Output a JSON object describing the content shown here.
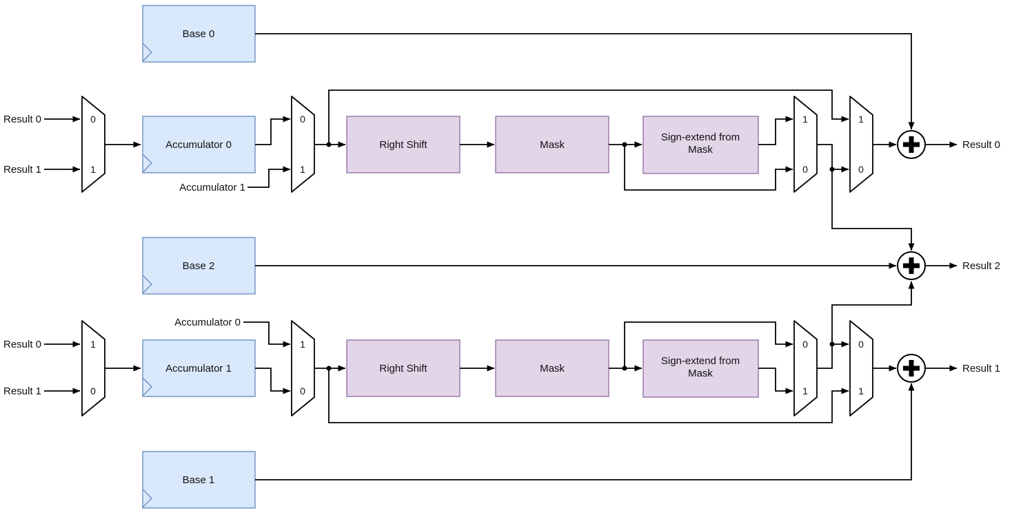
{
  "colors": {
    "register_fill": "#dae8fc",
    "register_stroke": "#6c8ebf",
    "function_unit_fill": "#e1d5e7",
    "function_unit_stroke": "#9673a6",
    "wire": "#000000",
    "background": "#ffffff"
  },
  "middle": {
    "base_register": "Base 2",
    "output": "Result 2"
  },
  "datapaths": [
    {
      "id": "top",
      "inputs": [
        {
          "label": "Result 0",
          "port": "0"
        },
        {
          "label": "Result 1",
          "port": "1"
        }
      ],
      "accumulator": "Accumulator 0",
      "cross_feed_label": "Accumulator 1",
      "operand_mux": {
        "top_port": "0",
        "bottom_port": "1"
      },
      "units": [
        "Right Shift",
        "Mask",
        "Sign-extend from Mask"
      ],
      "signext_lines": [
        "Sign-extend from",
        "Mask"
      ],
      "signext_mux": {
        "top_port": "1",
        "bottom_port": "0"
      },
      "result_mux": {
        "top_port": "1",
        "bottom_port": "0"
      },
      "base_register": "Base 0",
      "output": "Result 0"
    },
    {
      "id": "bottom",
      "inputs": [
        {
          "label": "Result 0",
          "port": "1"
        },
        {
          "label": "Result 1",
          "port": "0"
        }
      ],
      "accumulator": "Accumulator 1",
      "cross_feed_label": "Accumulator 0",
      "operand_mux": {
        "top_port": "1",
        "bottom_port": "0"
      },
      "units": [
        "Right Shift",
        "Mask",
        "Sign-extend from Mask"
      ],
      "signext_lines": [
        "Sign-extend from",
        "Mask"
      ],
      "signext_mux": {
        "top_port": "0",
        "bottom_port": "1"
      },
      "result_mux": {
        "top_port": "0",
        "bottom_port": "1"
      },
      "base_register": "Base 1",
      "output": "Result 1"
    }
  ]
}
